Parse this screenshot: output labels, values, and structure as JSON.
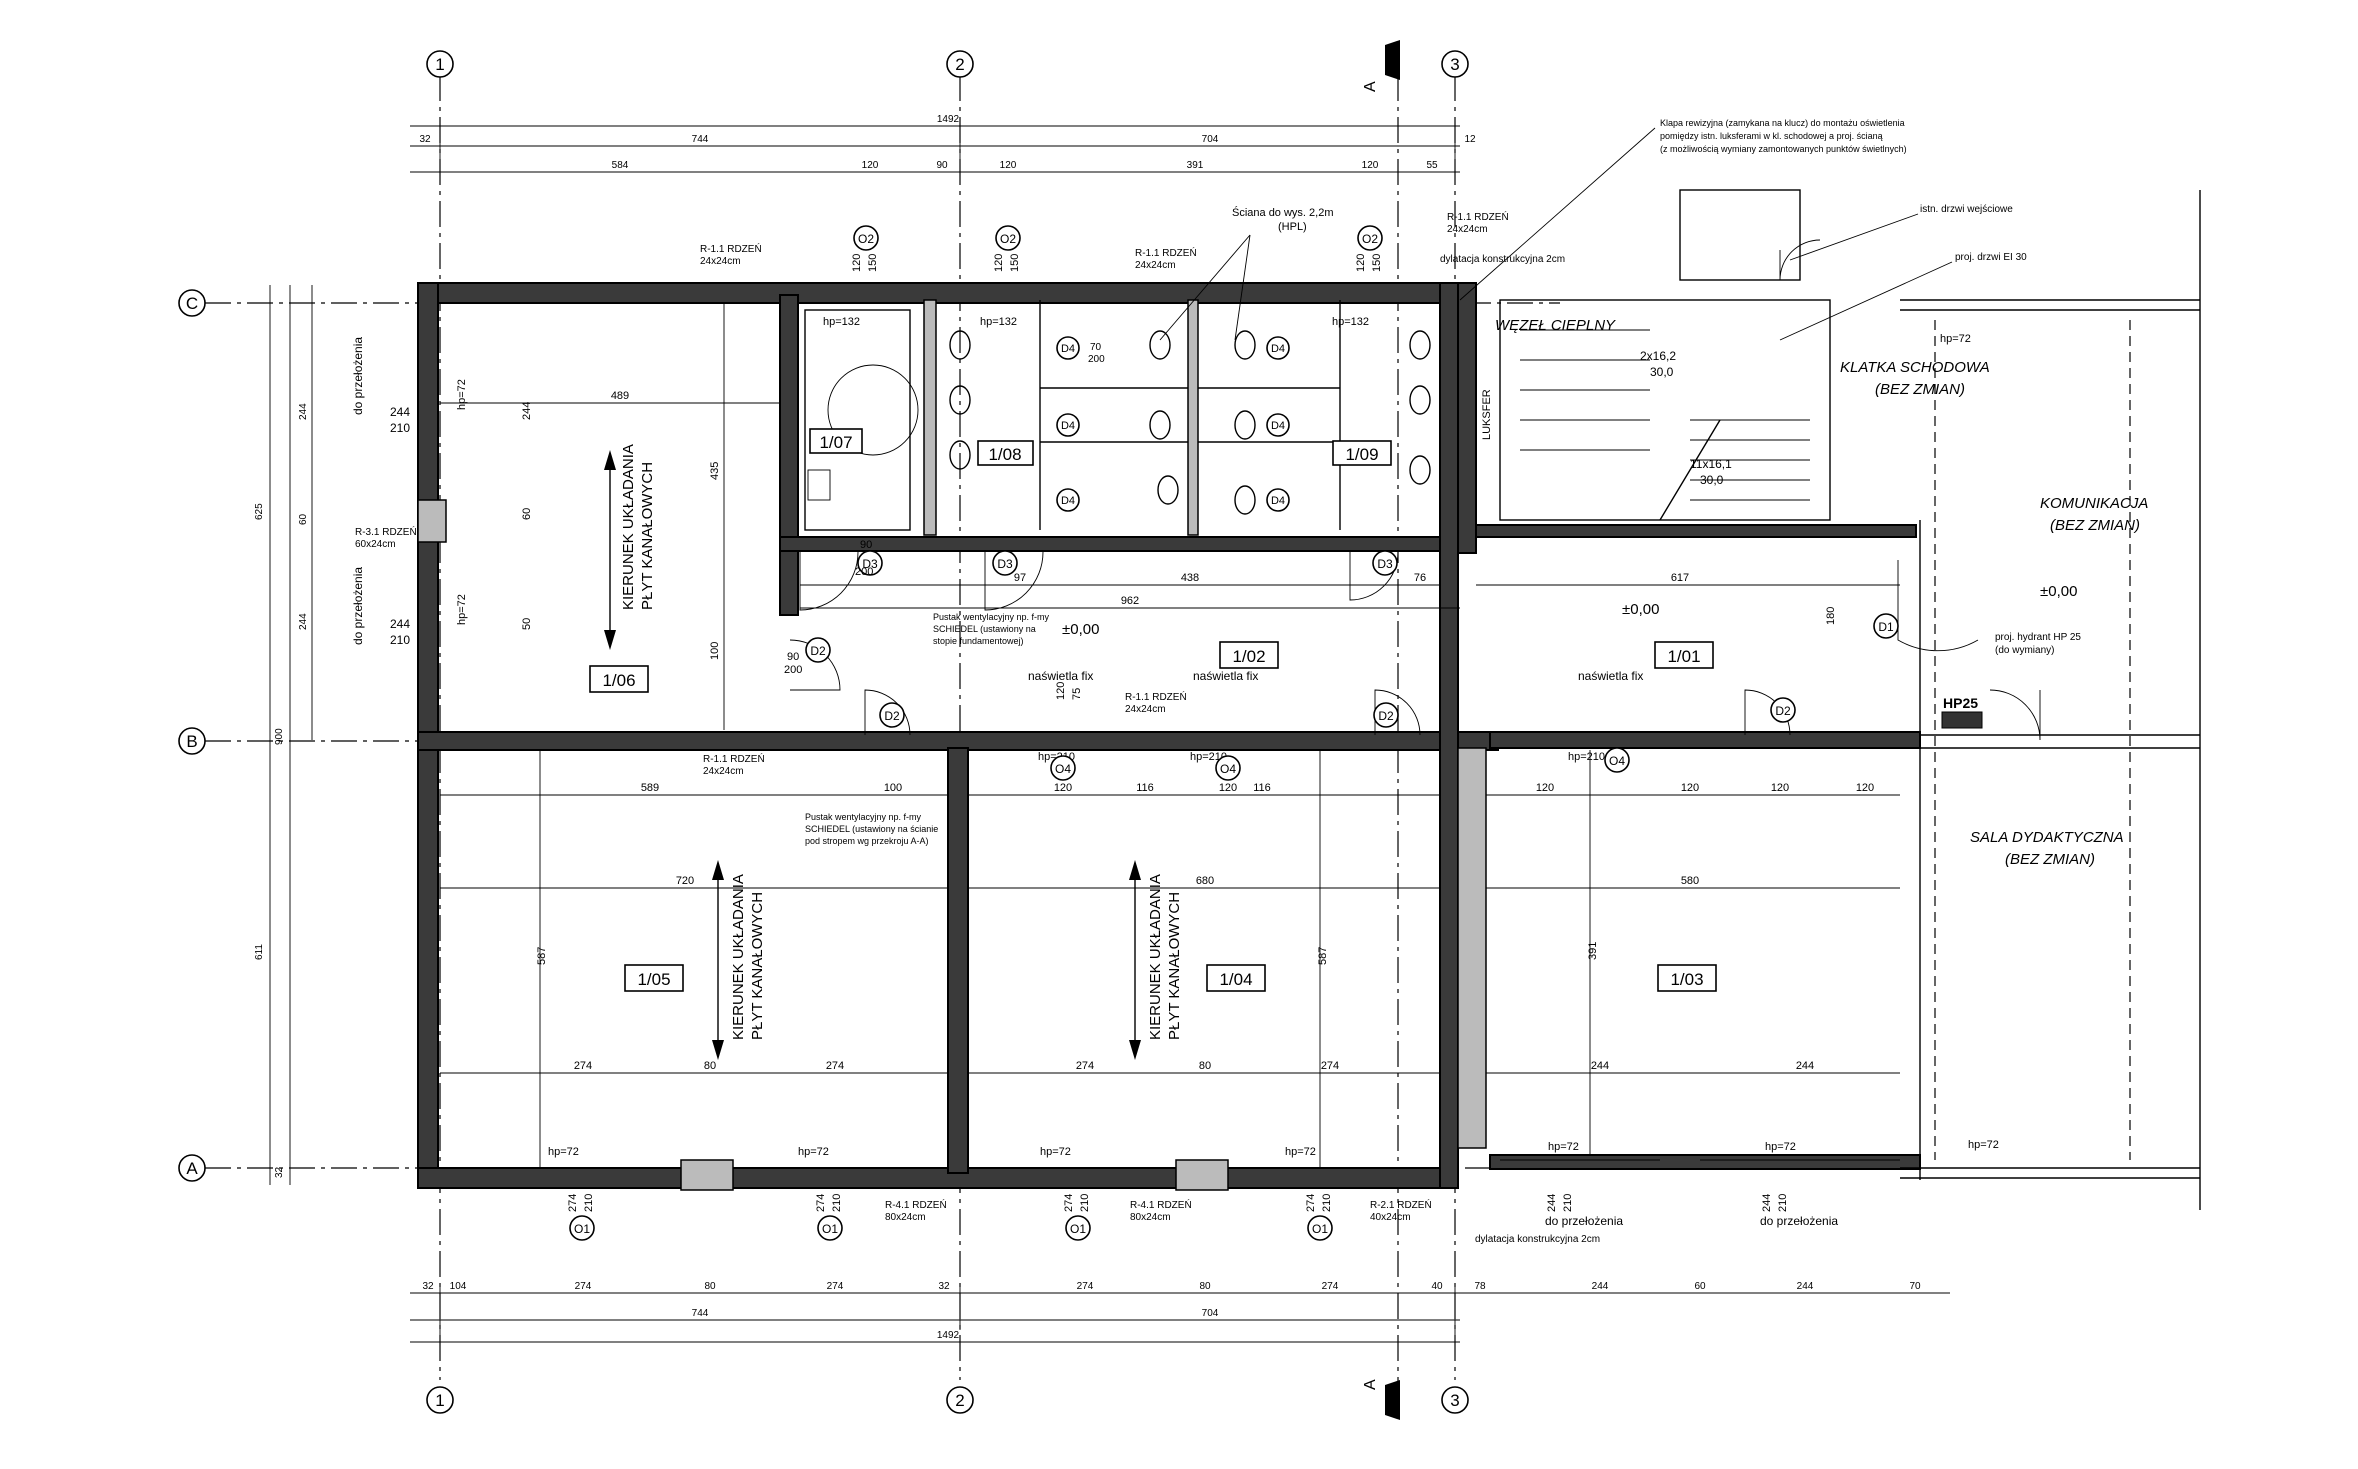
{
  "grid": {
    "vertical": [
      "1",
      "2",
      "3"
    ],
    "horizontal": [
      "C",
      "B",
      "A"
    ],
    "section_mark": "A"
  },
  "dims_top": {
    "total": "1492",
    "row2": [
      "32",
      "744",
      "704",
      "12"
    ],
    "row3": [
      "584",
      "120",
      "90",
      "120",
      "391",
      "120",
      "55"
    ]
  },
  "dims_bottom": {
    "row1": [
      "32",
      "104",
      "274",
      "80",
      "274",
      "32",
      "274",
      "80",
      "274",
      "40",
      "78",
      "244",
      "60",
      "244",
      "70"
    ],
    "row2": [
      "744",
      "704"
    ],
    "total": "1492"
  },
  "dims_left": [
    "625",
    "611",
    "900",
    "244",
    "60",
    "244",
    "32"
  ],
  "rooms": [
    {
      "id": "1/06"
    },
    {
      "id": "1/07"
    },
    {
      "id": "1/08"
    },
    {
      "id": "1/09"
    },
    {
      "id": "1/02"
    },
    {
      "id": "1/01"
    },
    {
      "id": "1/05"
    },
    {
      "id": "1/04"
    },
    {
      "id": "1/03"
    }
  ],
  "room_labels": {
    "wezel": "WĘZEŁ CIEPLNY",
    "klatka": [
      "KLATKA SCHODOWA",
      "(BEZ ZMIAN)"
    ],
    "komunikacja": [
      "KOMUNIKACJA",
      "(BEZ ZMIAN)"
    ],
    "sala": [
      "SALA DYDAKTYCZNA",
      "(BEZ ZMIAN)"
    ],
    "kierunek": [
      "KIERUNEK UKŁADANIA",
      "PŁYT KANAŁOWYCH"
    ],
    "lukser": "LUKSFER"
  },
  "elevations": {
    "zero": "±0,00"
  },
  "labels": {
    "hp132": "hp=132",
    "hp72": "hp=72",
    "hp210": "hp=210",
    "naswietla": "naświetla  fix",
    "do_przelozenia": "do przełożenia",
    "dylatacja": "dylatacja konstrukcyjna 2cm",
    "klapa": [
      "Klapa rewizyjna (zamykana na klucz) do montażu oświetlenia",
      "pomiędzy istn. luksferami w kl. schodowej a proj. ścianą",
      "(z możliwością wymiany zamontowanych punktów świetlnych)"
    ],
    "drzwi_wej": "istn. drzwi wejściowe",
    "drzwi_ei": "proj. drzwi EI 30",
    "hydrant": [
      "proj. hydrant HP 25",
      "(do wymiany)"
    ],
    "hp25": "HP25",
    "sciana_hpl": [
      "Ściana do wys. 2,2m",
      "(HPL)"
    ],
    "pustak1": [
      "Pustak wentylacyjny np. f-my",
      "SCHIEDEL (ustawiony na",
      "stopie fundamentowej)"
    ],
    "pustak2": [
      "Pustak wentylacyjny np. f-my",
      "SCHIEDEL (ustawiony na ścianie",
      "pod stropem wg przekroju A-A)"
    ],
    "stairs1": [
      "2x16,2",
      "30,0"
    ],
    "stairs2": [
      "11x16,1",
      "30,0"
    ]
  },
  "lintels": {
    "r11": [
      "R-1.1 RDZEŃ",
      "24x24cm"
    ],
    "r31": [
      "R-3.1 RDZEŃ",
      "60x24cm"
    ],
    "r41": [
      "R-4.1 RDZEŃ",
      "80x24cm"
    ],
    "r2": [
      "R-2.1 RDZEŃ",
      "40x24cm"
    ]
  },
  "door_tags": {
    "D1": "D1",
    "D2": "D2",
    "D3": "D3",
    "D4": "D4",
    "O1": "O1",
    "O2": "O2",
    "O4": "O4"
  },
  "dim_sizes": {
    "o2": [
      "120",
      "150"
    ],
    "o1": [
      "274",
      "210"
    ],
    "o4": [
      "120",
      "75"
    ],
    "d2": [
      "90",
      "200"
    ],
    "d3": [
      "90",
      "200"
    ],
    "d4": [
      "70",
      "200"
    ],
    "win": [
      "244",
      "210"
    ]
  },
  "interior_dims": {
    "r106": [
      "489",
      "435",
      "100",
      "60",
      "244",
      "50",
      "97"
    ],
    "r102": [
      "438",
      "962",
      "76",
      "617",
      "180"
    ],
    "r105": [
      "589",
      "720",
      "587",
      "100",
      "274",
      "80"
    ],
    "r104": [
      "680",
      "587",
      "116",
      "120"
    ],
    "r103": [
      "580",
      "391",
      "120",
      "244"
    ]
  }
}
